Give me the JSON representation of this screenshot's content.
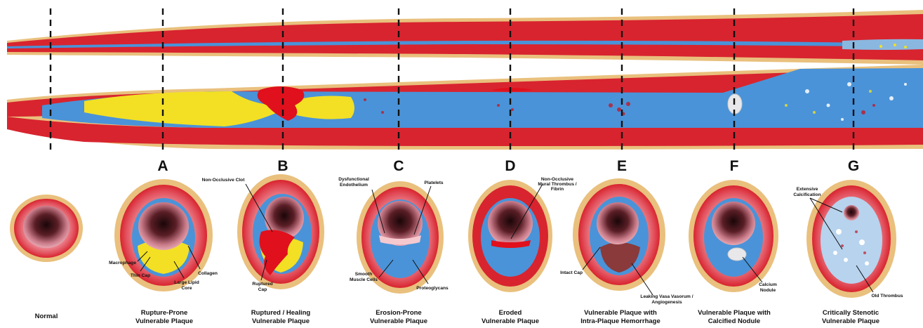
{
  "section_letters": [
    "A",
    "B",
    "C",
    "D",
    "E",
    "F",
    "G"
  ],
  "cross_sections": [
    {
      "caption": [
        "Normal"
      ],
      "annotations": []
    },
    {
      "caption": [
        "Rupture-Prone",
        "Vulnerable Plaque"
      ],
      "annotations": [
        [
          "Macrophage"
        ],
        [
          "Thin Cap"
        ],
        [
          "Large Lipid",
          "Core"
        ],
        [
          "Collagen"
        ]
      ]
    },
    {
      "caption": [
        "Ruptured / Healing",
        "Vulnerable Plaque"
      ],
      "annotations": [
        [
          "Non-Occlusive Clot"
        ],
        [
          "Ruptured",
          "Cap"
        ]
      ]
    },
    {
      "caption": [
        "Erosion-Prone",
        "Vulnerable Plaque"
      ],
      "annotations": [
        [
          "Dysfunctional",
          "Endothelium"
        ],
        [
          "Platelets"
        ],
        [
          "Smooth",
          "Muscle Cells"
        ],
        [
          "Proteoglycans"
        ]
      ]
    },
    {
      "caption": [
        "Eroded",
        "Vulnerable Plaque"
      ],
      "annotations": [
        [
          "Non-Occlusive",
          "Mural Thrombus /",
          "Fibrin"
        ]
      ]
    },
    {
      "caption": [
        "Vulnerable Plaque with",
        "Intra-Plaque Hemorrhage"
      ],
      "annotations": [
        [
          "Intact Cap"
        ],
        [
          "Leaking Vasa Vasorum /",
          "Angiogenesis"
        ]
      ]
    },
    {
      "caption": [
        "Vulnerable Plaque with",
        "Calcified Nodule"
      ],
      "annotations": [
        [
          "Calcium",
          "Nodule"
        ]
      ]
    },
    {
      "caption": [
        "Critically Stenotic",
        "Vulnerable Plaque"
      ],
      "annotations": [
        [
          "Extensive",
          "Calcification"
        ],
        [
          "Old Thrombus"
        ]
      ]
    }
  ],
  "colors": {
    "adventitia": "#e9c07d",
    "media": "#d8242f",
    "intima_plaque": "#4a93d8",
    "lipid_core": "#f3e024",
    "thrombus": "#e0101c",
    "lumen_dark": "#2a1014",
    "calcium": "#e8e8ea"
  }
}
